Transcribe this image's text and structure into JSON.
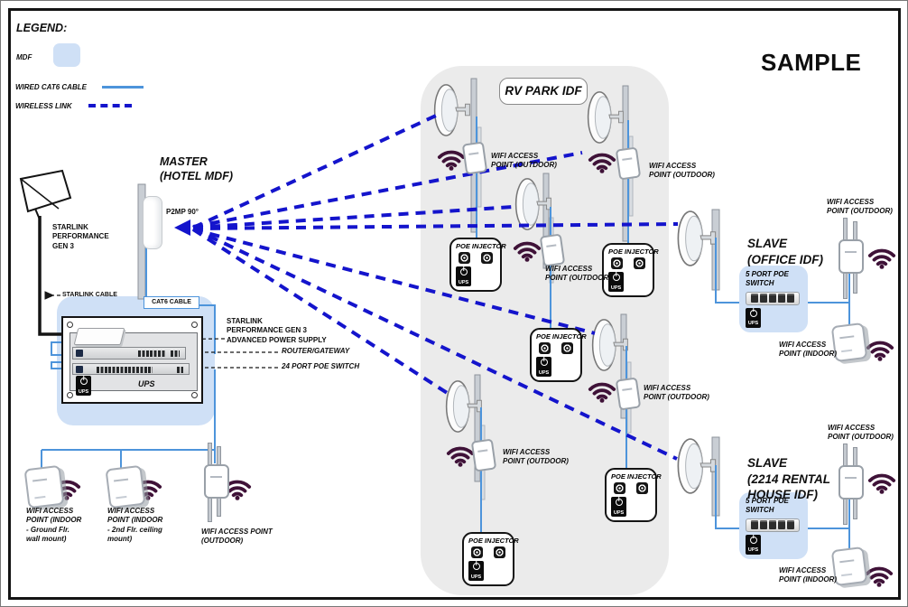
{
  "watermark": "SAMPLE",
  "legend": {
    "title": "LEGEND:",
    "mdf": "MDF",
    "wired": "WIRED CAT6 CABLE",
    "wireless": "WIRELESS LINK"
  },
  "master": {
    "title": "MASTER\n(HOTEL MDF)",
    "p2mp": "P2MP 90°",
    "starlink": "STARLINK\nPERFORMANCE\nGEN 3",
    "starlink_cable": "STARLINK CABLE",
    "cat6_cable": "CAT6 CABLE",
    "psu": "STARLINK\nPERFORMANCE GEN 3\nADVANCED POWER SUPPLY",
    "router": "ROUTER/GATEWAY",
    "switch": "24 PORT POE SWITCH",
    "ups": "UPS"
  },
  "rv_park": {
    "title": "RV PARK IDF",
    "ap_outdoor": "WIFI ACCESS\nPOINT (OUTDOOR)",
    "poe_injector": "POE INJECTOR"
  },
  "office_idf": {
    "title": "SLAVE\n(OFFICE IDF)",
    "poe_switch": "5 PORT POE\nSWITCH",
    "ap_outdoor": "WIFI ACCESS\nPOINT (OUTDOOR)",
    "ap_indoor": "WIFI ACCESS\nPOINT (INDOOR)"
  },
  "rental_idf": {
    "title": "SLAVE\n(2214 RENTAL\nHOUSE IDF)",
    "poe_switch": "5 PORT POE\nSWITCH",
    "ap_outdoor": "WIFI ACCESS\nPOINT (OUTDOOR)",
    "ap_indoor": "WIFI ACCESS\nPOINT (INDOOR)"
  },
  "hotel_aps": {
    "indoor_ground": "WIFI ACCESS\nPOINT (INDOOR\n- Ground Flr.\nwall mount)",
    "indoor_2nd": "WIFI ACCESS\nPOINT (INDOOR\n- 2nd Flr. ceiling\nmount)",
    "outdoor": "WIFI ACCESS POINT\n(OUTDOOR)"
  },
  "shared": {
    "ups": "UPS"
  },
  "colors": {
    "wireless_link": "#1414cc",
    "wired_cat6": "#4d94db",
    "mdf_fill": "#cfe0f6",
    "idf_region_fill": "#ebebeb",
    "wifi_icon": "#3f1238"
  }
}
